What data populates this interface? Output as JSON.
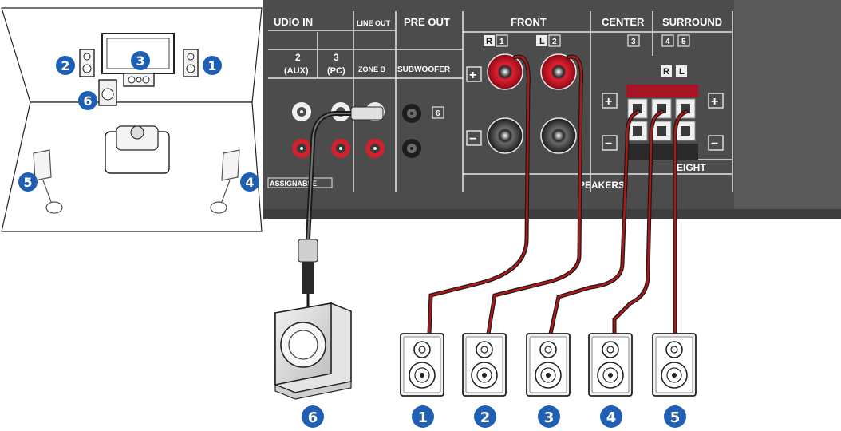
{
  "receiver_labels": {
    "audio_in": "UDIO IN",
    "line_out": "LINE OUT",
    "pre_out": "PRE OUT",
    "front": "FRONT",
    "center": "CENTER",
    "surround": "SURROUND",
    "input_2_num": "2",
    "input_2_name": "(AUX)",
    "input_3_num": "3",
    "input_3_name": "(PC)",
    "zone_b": "ZONE B",
    "subwoofer": "SUBWOOFER",
    "subwoofer_index": "6",
    "front_r": "R",
    "front_r_index": "1",
    "front_l": "L",
    "front_l_index": "2",
    "center_index": "3",
    "surround_index_a": "4",
    "surround_index_b": "5",
    "surround_r": "R",
    "surround_l": "L",
    "plus": "+",
    "minus": "−",
    "assignable": "ASSIGNABLE",
    "speakers": "PEAKERS",
    "height": "EIGHT"
  },
  "room_badges": [
    "2",
    "3",
    "1",
    "6",
    "5",
    "4"
  ],
  "bottom_badges": [
    "6",
    "1",
    "2",
    "3",
    "4",
    "5"
  ],
  "colors": {
    "panel": "#4a4a4a",
    "panel_dark": "#3a3a3a",
    "badge": "#1f5fb4",
    "terminal_red": "#c8102e",
    "cable_red": "#b01818"
  }
}
